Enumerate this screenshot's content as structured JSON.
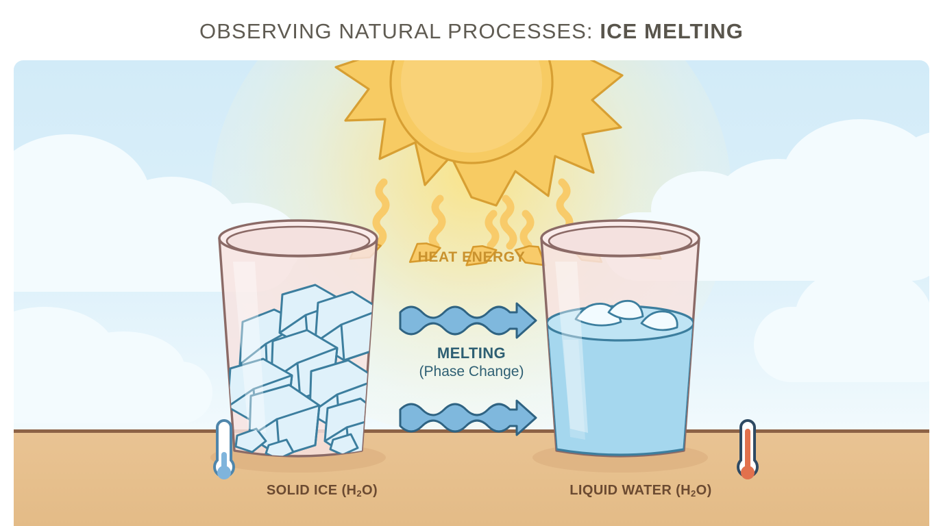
{
  "title": {
    "light": "OBSERVING NATURAL PROCESSES: ",
    "bold": "ICE MELTING",
    "color": "#5f5b52"
  },
  "scene": {
    "sky_color": "#d2ebf8",
    "ground_color": "#e8c392",
    "ground_edge_color": "#8d6246",
    "sun": {
      "name": "sun",
      "fill": "#f6c95e",
      "stroke": "#d99f33",
      "glow": "#ffe278"
    },
    "heat": {
      "label": "HEAT ENERGY",
      "label_color": "#c9922e",
      "arrow_fill": "#f8cb6a",
      "arrow_stroke": "#d79b2e",
      "arrow_count": 6
    },
    "melting": {
      "line1": "MELTING",
      "line2": "(Phase Change)",
      "text_color": "#2e5f73",
      "arrow_fill": "#7fb8dd",
      "arrow_stroke": "#2f6382",
      "arrow_count": 2
    },
    "left": {
      "caption_pre": "SOLID ICE (H",
      "caption_sub": "2",
      "caption_post": "O)",
      "state": "solid",
      "glass_fill": "#f9e6e4",
      "glass_stroke": "#8b6a66",
      "ice_fill": "#dff1fa",
      "ice_stroke": "#3c7e9e",
      "thermometer": {
        "name": "cold-thermometer",
        "bulb_color": "#7fb4dc",
        "stroke": "#4f86ab"
      }
    },
    "right": {
      "caption_pre": "LIQUID WATER (H",
      "caption_sub": "2",
      "caption_post": "O)",
      "state": "liquid",
      "glass_fill": "#f9e6e4",
      "glass_stroke": "#8b6a66",
      "water_fill": "#a5d7ee",
      "water_stroke": "#3c7e9e",
      "thermometer": {
        "name": "hot-thermometer",
        "bulb_color": "#e2714d",
        "stroke": "#2f4a63"
      }
    }
  }
}
